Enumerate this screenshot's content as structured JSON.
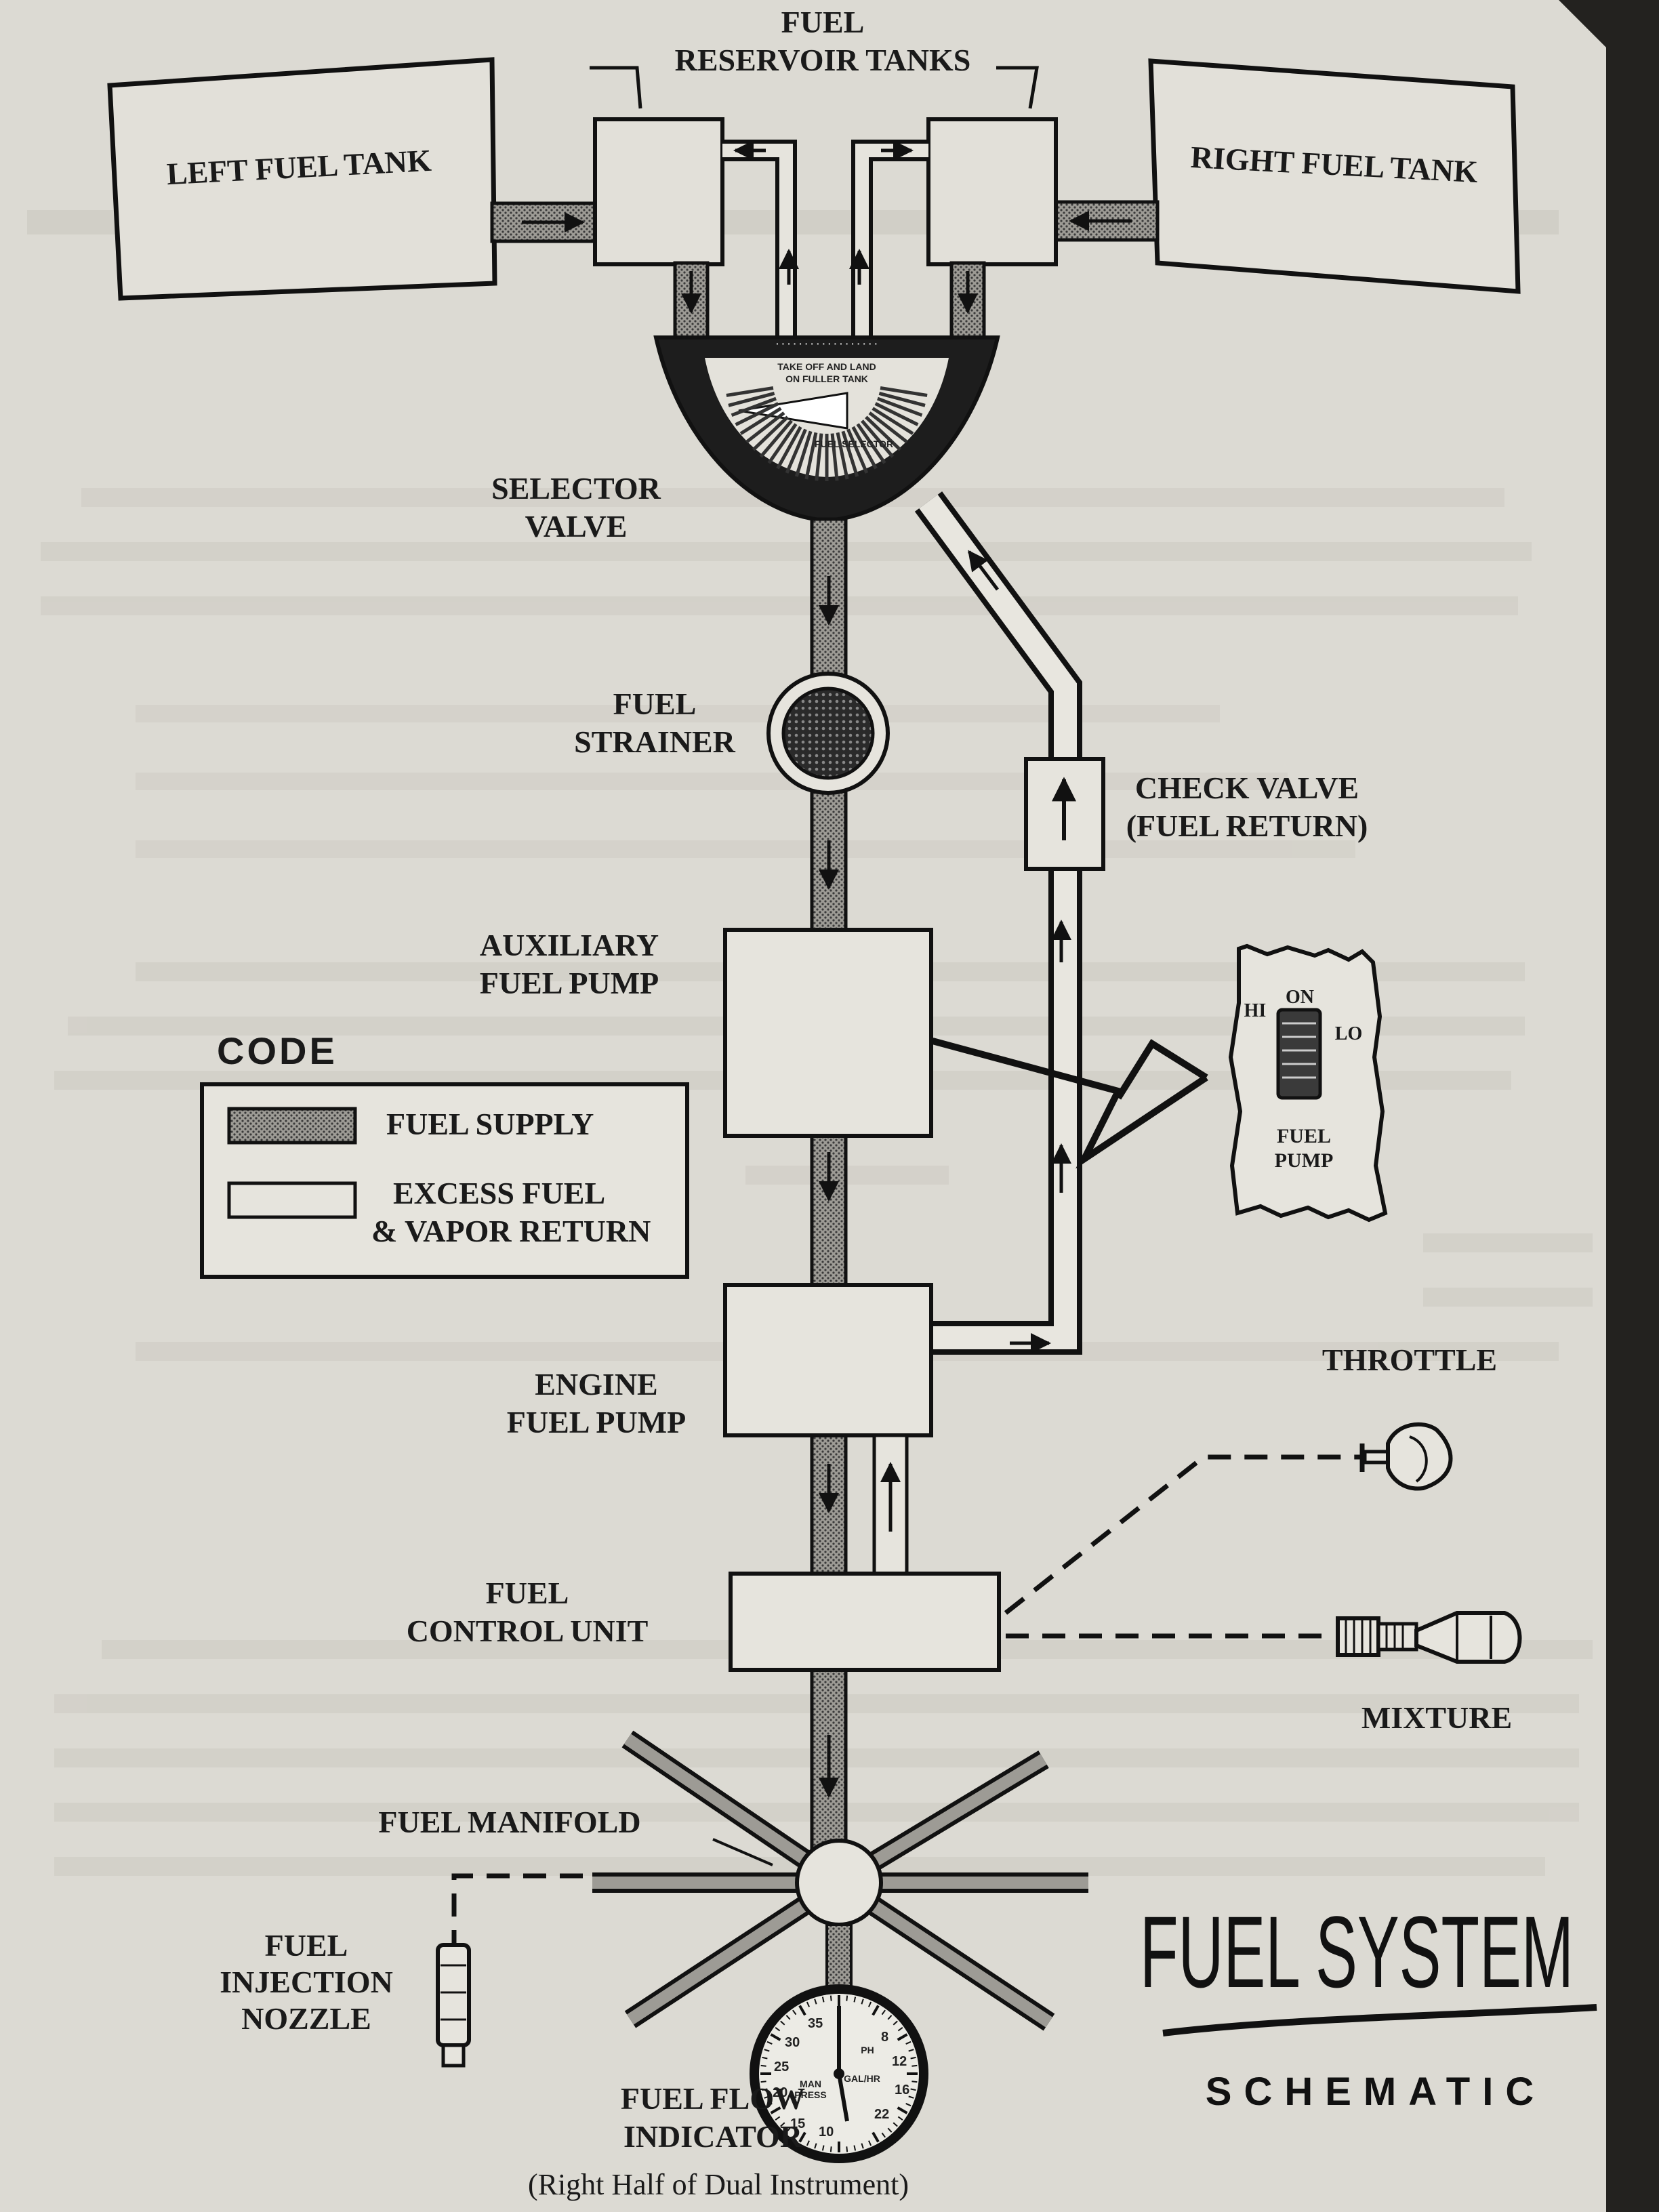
{
  "labels": {
    "fuel_reservoir_line1": "FUEL",
    "fuel_reservoir_line2": "RESERVOIR TANKS",
    "left_tank": "LEFT FUEL TANK",
    "right_tank": "RIGHT FUEL TANK",
    "selector_line1": "SELECTOR",
    "selector_line2": "VALVE",
    "strainer_line1": "FUEL",
    "strainer_line2": "STRAINER",
    "check_valve_line1": "CHECK VALVE",
    "check_valve_line2": "(FUEL RETURN)",
    "aux_pump_line1": "AUXILIARY",
    "aux_pump_line2": "FUEL PUMP",
    "engine_pump_line1": "ENGINE",
    "engine_pump_line2": "FUEL PUMP",
    "throttle": "THROTTLE",
    "control_unit_line1": "FUEL",
    "control_unit_line2": "CONTROL UNIT",
    "mixture": "MIXTURE",
    "manifold": "FUEL MANIFOLD",
    "nozzle_line1": "FUEL",
    "nozzle_line2": "INJECTION",
    "nozzle_line3": "NOZZLE",
    "flow_line1": "FUEL FLOW",
    "flow_line2": "INDICATOR",
    "flow_line3": "(Right Half of Dual Instrument)"
  },
  "code": {
    "title": "CODE",
    "supply": "FUEL SUPPLY",
    "return_line1": "EXCESS FUEL",
    "return_line2": "& VAPOR RETURN"
  },
  "switch": {
    "on": "ON",
    "hi": "HI",
    "lo": "LO",
    "label_line1": "FUEL",
    "label_line2": "PUMP"
  },
  "selector_dial": {
    "line1": "TAKE OFF AND LAND",
    "line2": "ON FULLER TANK",
    "label": "FUEL SELECTOR"
  },
  "gauge": {
    "left_label1": "MAN",
    "left_label2": "PRESS",
    "right_label1": "PH",
    "right_label2": "GAL/HR",
    "left_ticks": [
      "35",
      "30",
      "25",
      "20",
      "15",
      "10"
    ],
    "right_ticks": [
      "8",
      "12",
      "16",
      "22"
    ]
  },
  "title": {
    "main": "FUEL SYSTEM",
    "sub": "SCHEMATIC"
  }
}
